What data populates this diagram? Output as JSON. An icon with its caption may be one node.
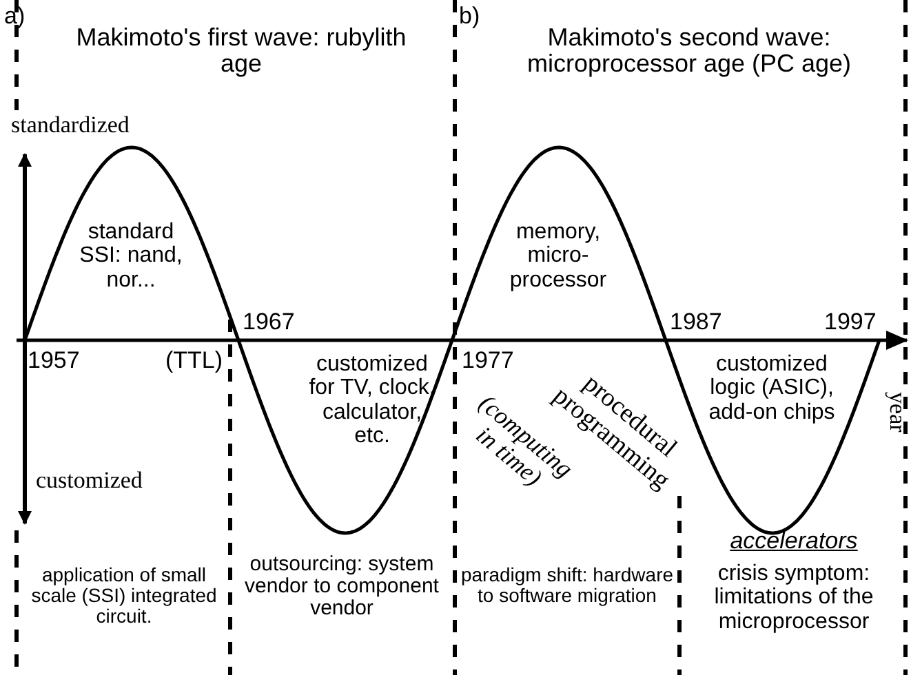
{
  "diagram": {
    "labels": [
      "a)",
      "Makimoto's first wave: rubylith age",
      "b)",
      "Makimoto's second wave: microprocessor age (PC age)",
      "standardized",
      "standard SSI: nand, nor...",
      "1967",
      "memory, micro- processor",
      "1987",
      "1997",
      "1957",
      "(TTL)",
      "customized for TV, clock, calculator, etc.",
      "1977",
      "procedural programming",
      "(computing in time)",
      "customized logic (ASIC), add-on chips",
      "year",
      "customized",
      "application of small scale (SSI) integrated circuit.",
      "outsourcing: system vendor to component vendor",
      "paradigm shift: hardware to software migration",
      "accelerators",
      "crisis symptom: limitations of the microprocessor"
    ]
  }
}
